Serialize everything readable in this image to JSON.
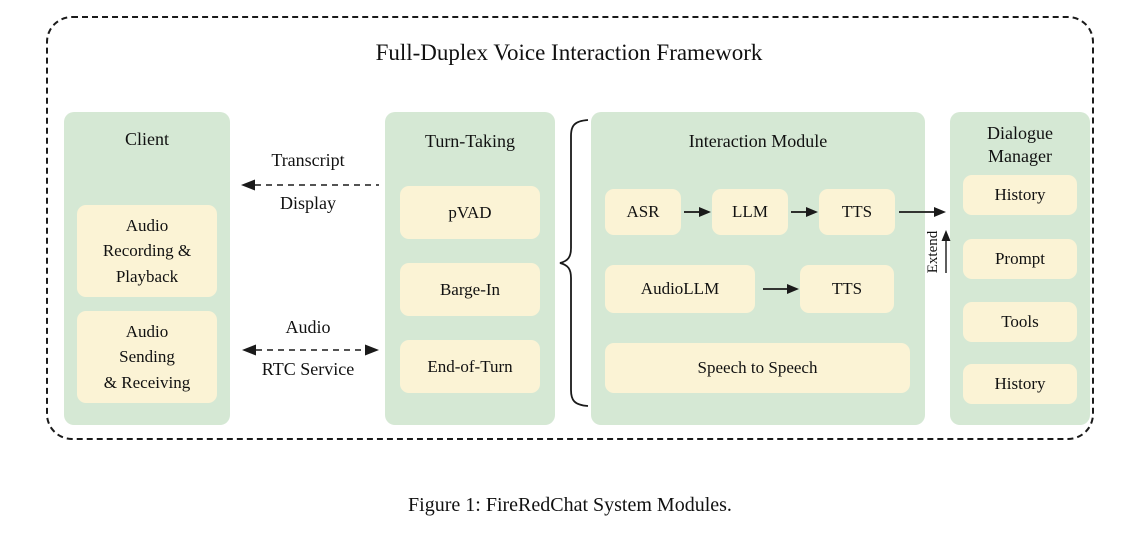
{
  "title": "Full-Duplex Voice Interaction Framework",
  "caption": "Figure 1: FireRedChat System Modules.",
  "colors": {
    "panel_green": "#d5e8d4",
    "box_cream": "#fbf3d5",
    "line": "#1a1a1a"
  },
  "client": {
    "title": "Client",
    "box1": "Audio\nRecording &\nPlayback",
    "box2": "Audio\nSending\n& Receiving"
  },
  "connections": {
    "transcript_label": "Transcript",
    "display_label": "Display",
    "audio_label": "Audio",
    "rtc_label": "RTC Service",
    "extend_label": "Extend"
  },
  "turn_taking": {
    "title": "Turn-Taking",
    "items": [
      "pVAD",
      "Barge-In",
      "End-of-Turn"
    ]
  },
  "interaction": {
    "title": "Interaction Module",
    "row1": [
      "ASR",
      "LLM",
      "TTS"
    ],
    "row2": [
      "AudioLLM",
      "TTS"
    ],
    "row3": "Speech  to Speech"
  },
  "dialogue_manager": {
    "title": "Dialogue\nManager",
    "items": [
      "History",
      "Prompt",
      "Tools",
      "History"
    ]
  }
}
